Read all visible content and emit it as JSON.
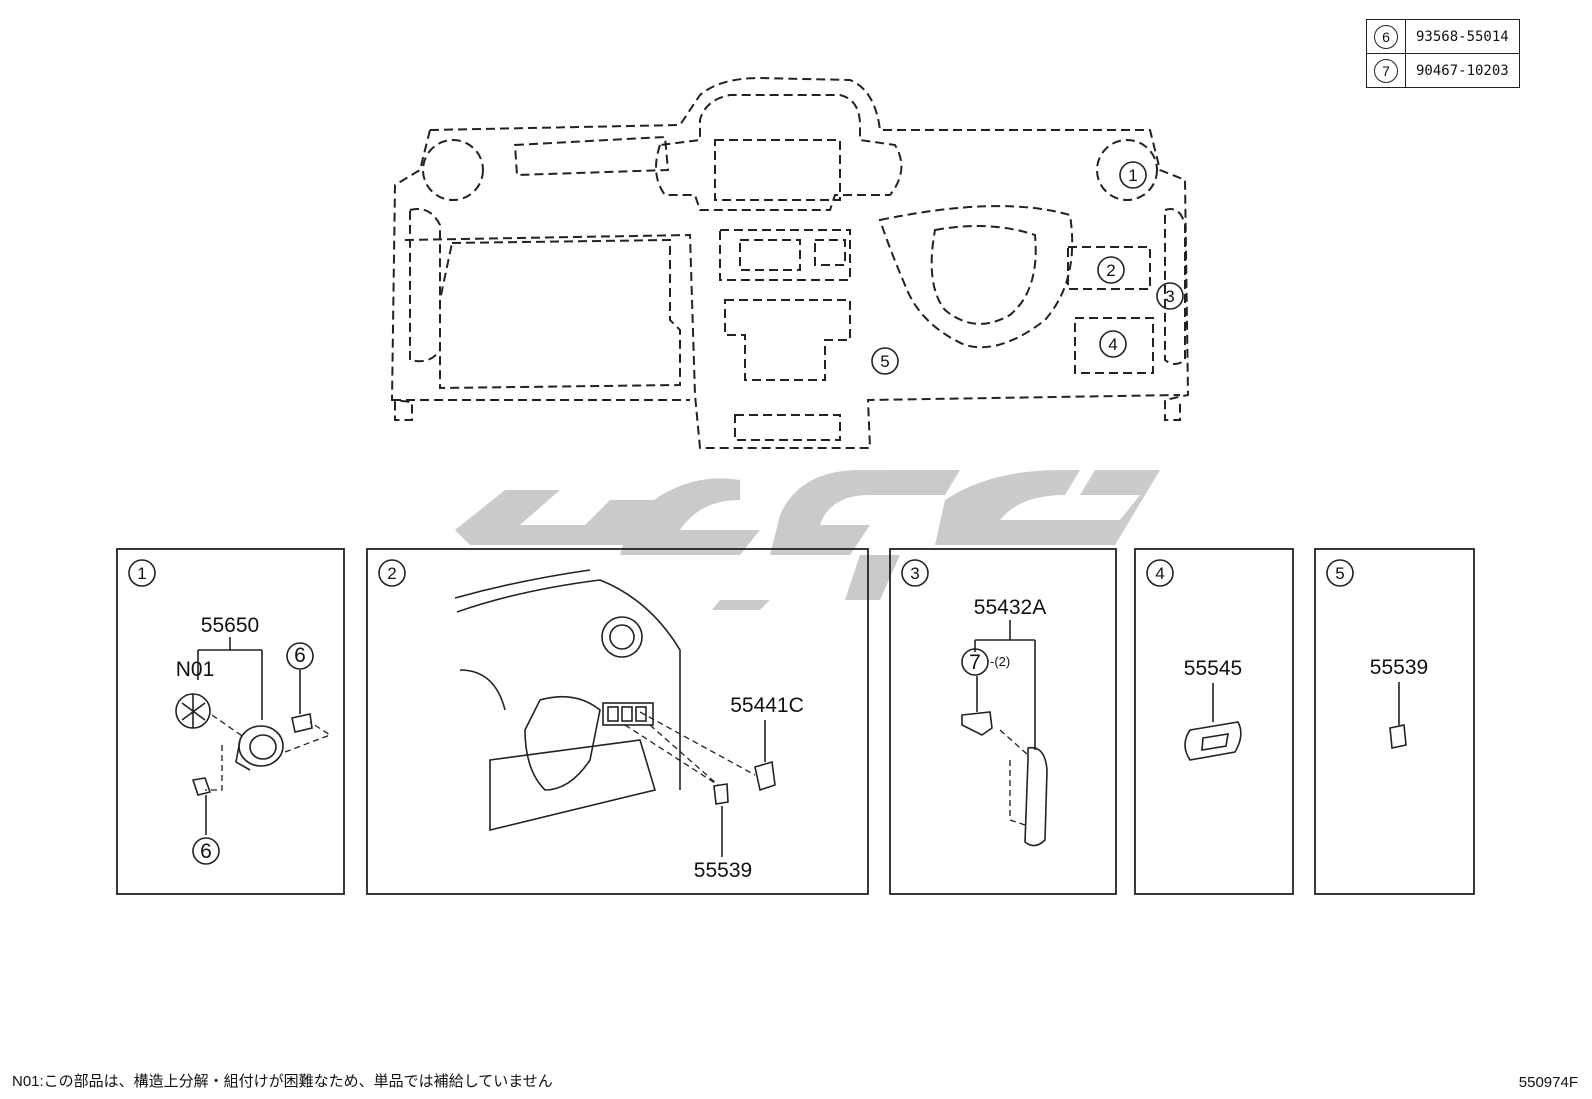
{
  "parts_table": [
    {
      "ref": "6",
      "part_no": "93568-55014"
    },
    {
      "ref": "7",
      "part_no": "90467-10203"
    }
  ],
  "overview_callouts": [
    "1",
    "2",
    "3",
    "4",
    "5"
  ],
  "panels": [
    {
      "ref": "1",
      "labels": {
        "main": "55650",
        "sub": "N01",
        "screw_a": "6",
        "screw_b": "6"
      }
    },
    {
      "ref": "2",
      "labels": {
        "switch": "55441C",
        "cap": "55539"
      }
    },
    {
      "ref": "3",
      "labels": {
        "main": "55432A",
        "fastener": "7",
        "qty": "-(2)"
      }
    },
    {
      "ref": "4",
      "labels": {
        "main": "55545"
      }
    },
    {
      "ref": "5",
      "labels": {
        "main": "55539"
      }
    }
  ],
  "footer": {
    "note": "N01:この部品は、構造上分解・組付けが困難なため、単品では補給していません",
    "code": "550974F"
  },
  "watermark": {
    "color": "#c8c8c8"
  }
}
